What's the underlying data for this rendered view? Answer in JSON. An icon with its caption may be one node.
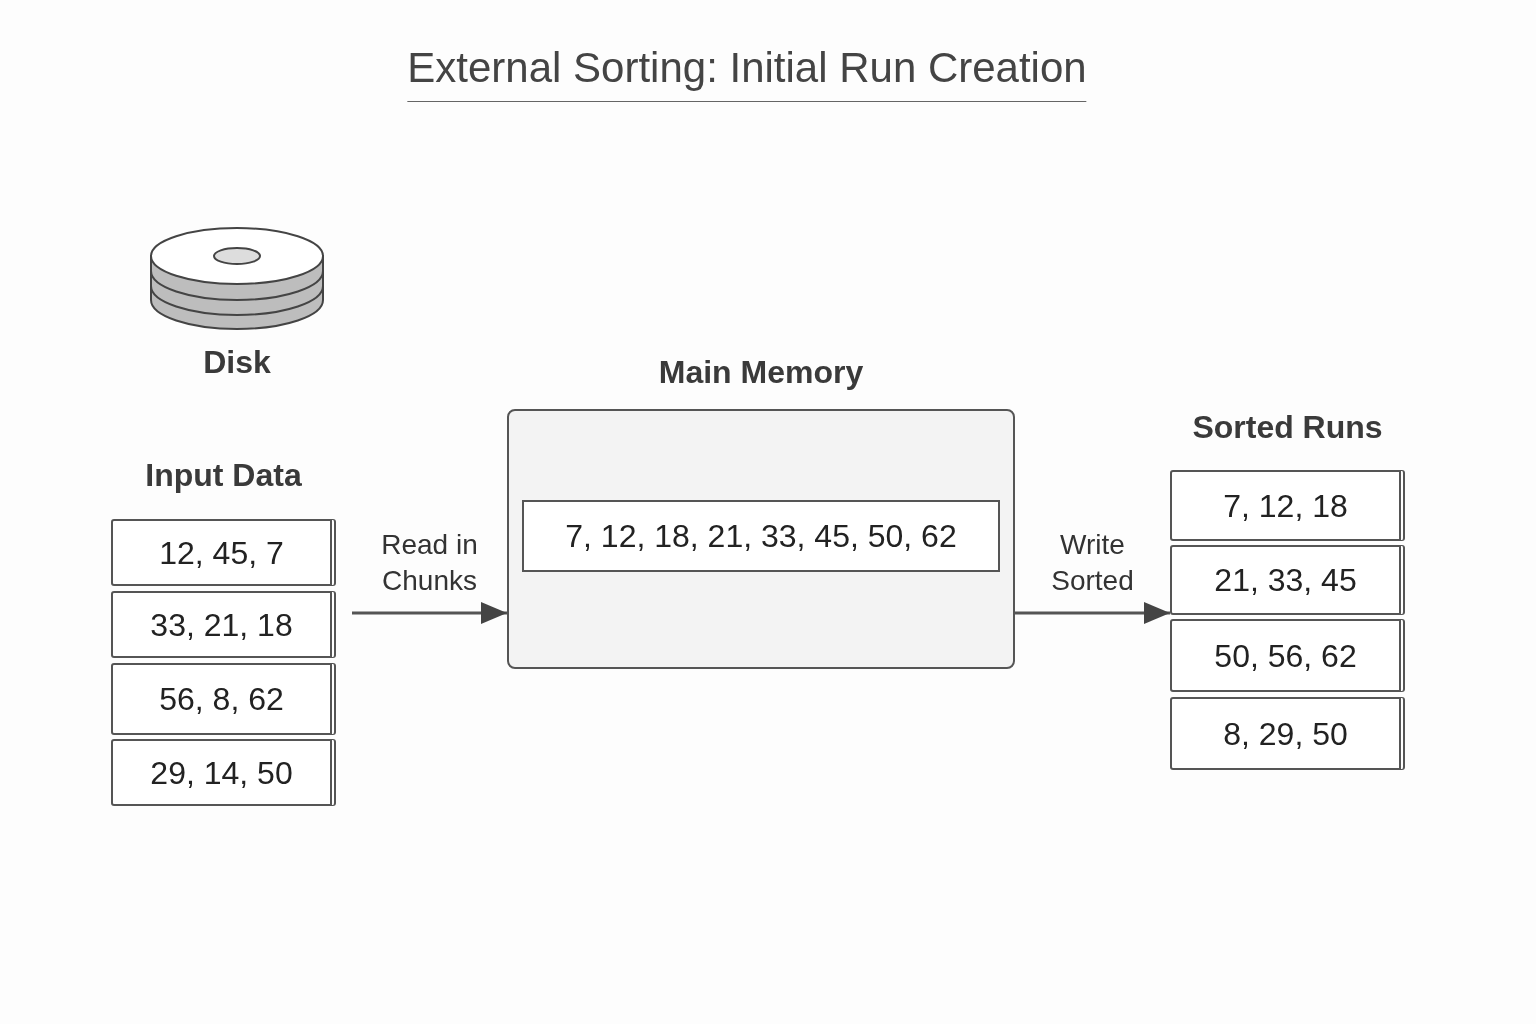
{
  "diagram": {
    "title": "External Sorting: Initial Run Creation",
    "nodes": [
      {
        "text": [
          "Disk"
        ]
      },
      {
        "text": [
          "Input Data"
        ]
      },
      {
        "text": [
          "12, 45, 7"
        ],
        "in": 1
      },
      {
        "text": [
          "33, 21, 18"
        ],
        "in": 1
      },
      {
        "text": [
          "56, 8, 62"
        ],
        "in": 1
      },
      {
        "text": [
          "29, 14, 50"
        ],
        "in": 1
      },
      {
        "text": [
          "Main Memory"
        ]
      },
      {
        "text": [
          "7, 12, 18, 21, 33, 45, 50, 62"
        ],
        "in": 6
      },
      {
        "text": [
          "Sorted Runs"
        ]
      },
      {
        "text": [
          "7, 12, 18"
        ],
        "in": 8
      },
      {
        "text": [
          "21, 33, 45"
        ],
        "in": 8
      },
      {
        "text": [
          "50, 56, 62"
        ],
        "in": 8
      },
      {
        "text": [
          "8, 29, 50"
        ],
        "in": 8
      }
    ],
    "edges": [
      {
        "from": 1,
        "to": 6,
        "arrow": "to",
        "label": "Read in Chunks"
      },
      {
        "from": 6,
        "to": 8,
        "arrow": "to",
        "label": "Write Sorted"
      }
    ]
  }
}
